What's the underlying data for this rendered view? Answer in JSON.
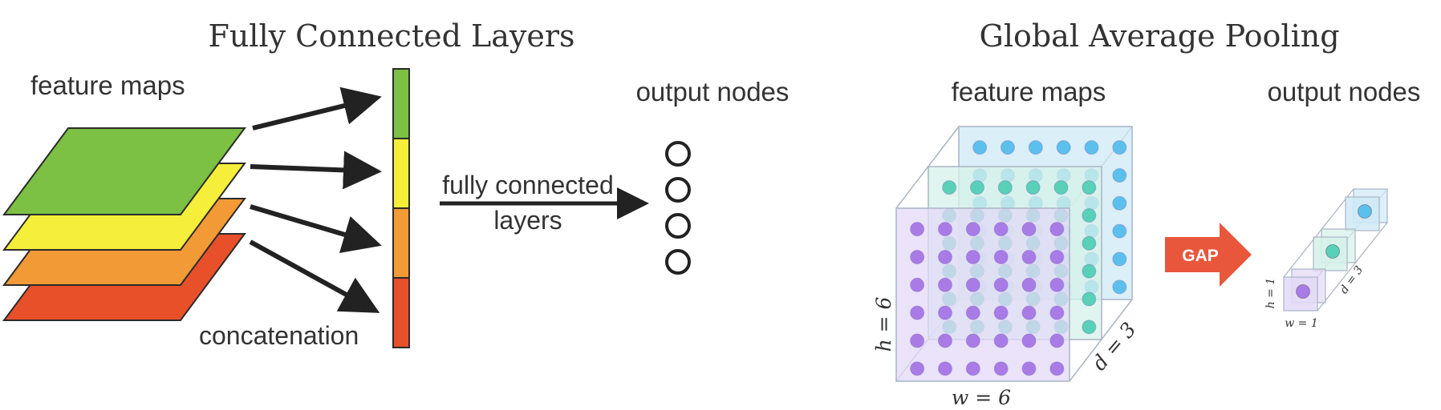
{
  "left": {
    "title": "Fully Connected Layers",
    "feature_maps_label": "feature maps",
    "concatenation_label": "concatenation",
    "fc_label_line1": "fully connected",
    "fc_label_line2": "layers",
    "output_nodes_label": "output nodes",
    "output_node_count": 4,
    "layer_colors": [
      "#7cc044",
      "#f5ee3a",
      "#f19a36",
      "#e8502a"
    ],
    "bar_segment_colors": [
      "#7cc044",
      "#f5ee3a",
      "#f19a36",
      "#e8502a"
    ]
  },
  "right": {
    "title": "Global Average Pooling",
    "feature_maps_label": "feature maps",
    "output_nodes_label": "output nodes",
    "gap_label": "GAP",
    "h_label": "h = 6",
    "w_label": "w = 6",
    "d_label": "d = 3",
    "small_h_label": "h = 1",
    "small_w_label": "w = 1",
    "small_d_label": "d = 3",
    "grid_size": 6,
    "channel_colors": {
      "purple": "#a97be6",
      "teal": "#59d0b8",
      "blue": "#5cc0ec"
    },
    "gap_arrow_color": "#e8573c"
  }
}
